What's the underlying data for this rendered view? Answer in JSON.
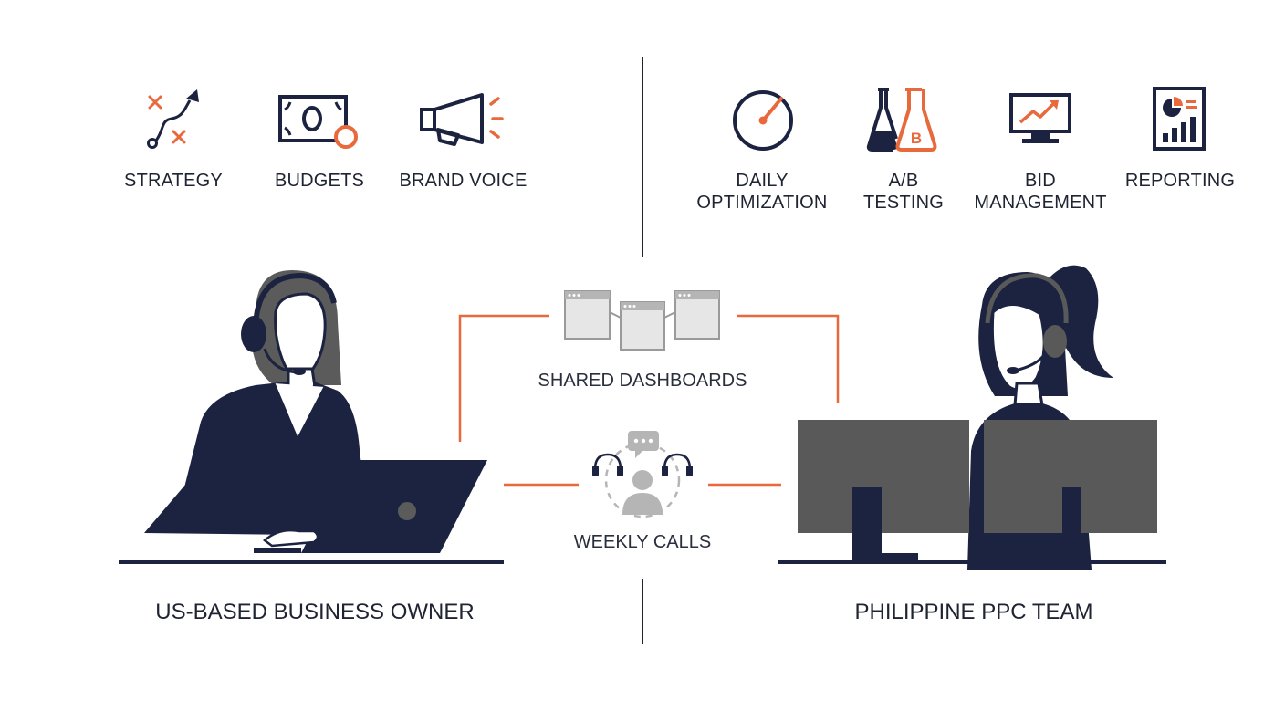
{
  "owner_tasks": [
    {
      "label": "STRATEGY",
      "icon": "strategy-arrow-icon"
    },
    {
      "label": "BUDGETS",
      "icon": "money-bill-icon"
    },
    {
      "label": "BRAND VOICE",
      "icon": "megaphone-icon"
    }
  ],
  "team_tasks": [
    {
      "label_line1": "DAILY",
      "label_line2": "OPTIMIZATION",
      "icon": "gauge-icon"
    },
    {
      "label_line1": "A/B",
      "label_line2": "TESTING",
      "icon": "flask-icon"
    },
    {
      "label_line1": "BID",
      "label_line2": "MANAGEMENT",
      "icon": "monitor-chart-icon"
    },
    {
      "label_line1": "REPORTING",
      "label_line2": "",
      "icon": "report-icon"
    }
  ],
  "flask_badge": "B",
  "shared_dashboards_label": "SHARED DASHBOARDS",
  "weekly_calls_label": "WEEKLY CALLS",
  "owner_label": "US-BASED BUSINESS OWNER",
  "team_label": "PHILIPPINE PPC TEAM",
  "colors": {
    "navy": "#1c2340",
    "orange": "#e8693b",
    "gray": "#595959",
    "light_gray": "#cfcfcf",
    "text": "#1f2433"
  }
}
